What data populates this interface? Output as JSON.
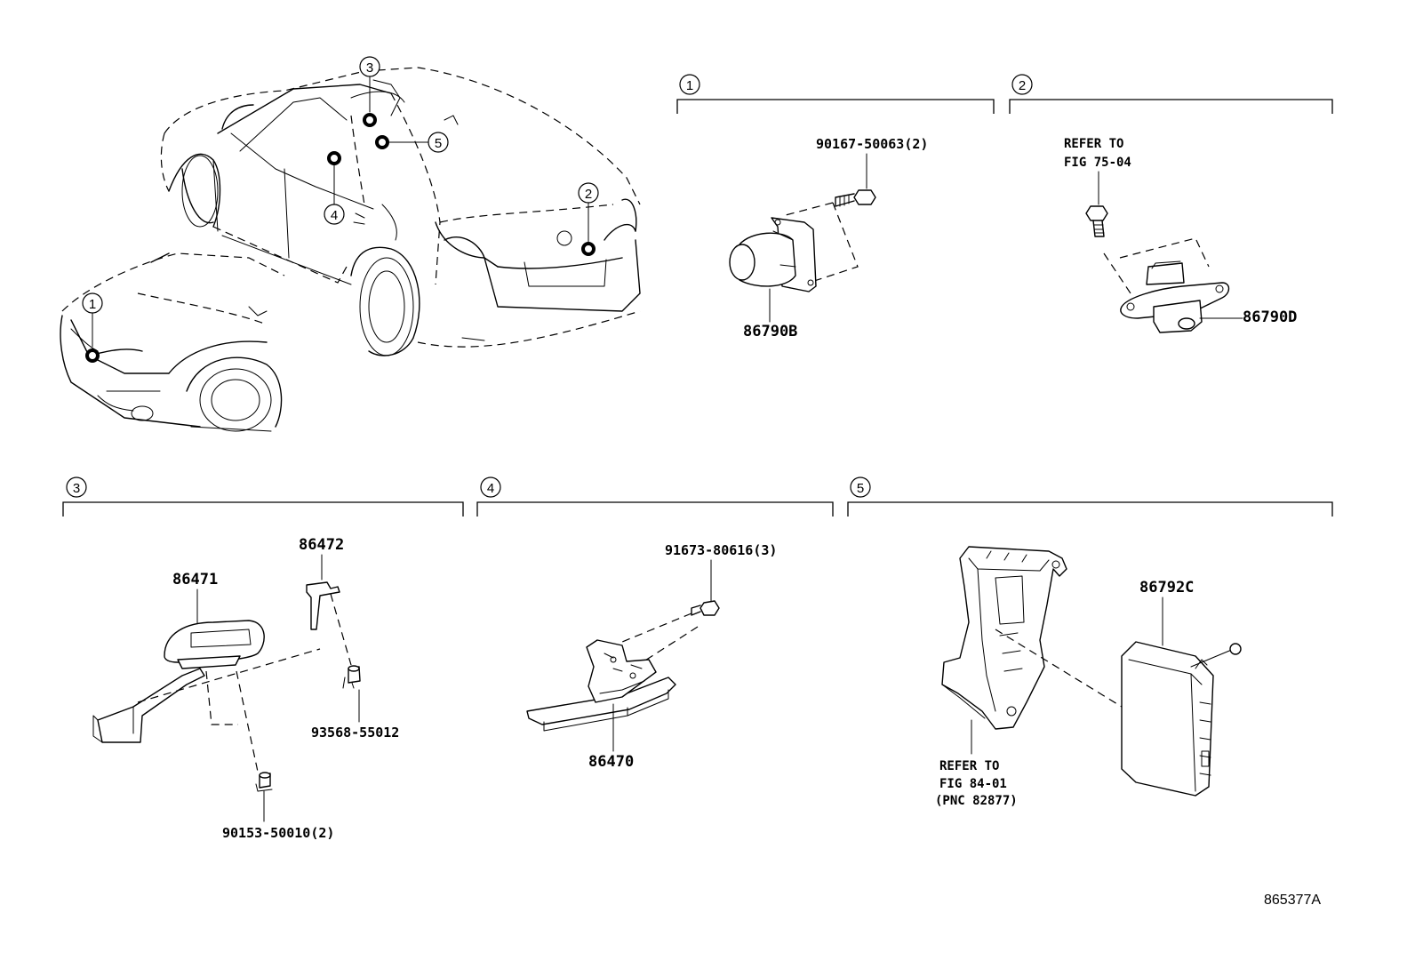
{
  "callouts": [
    "1",
    "2",
    "3",
    "4",
    "5"
  ],
  "sections": [
    {
      "id": "1",
      "label": "1"
    },
    {
      "id": "2",
      "label": "2"
    },
    {
      "id": "3",
      "label": "3"
    },
    {
      "id": "4",
      "label": "4"
    },
    {
      "id": "5",
      "label": "5"
    }
  ],
  "parts": {
    "s1_bolt": "90167-50063(2)",
    "s1_camera": "86790B",
    "s2_refer_line1": "REFER TO",
    "s2_refer_line2": "FIG 75-04",
    "s2_camera": "86790D",
    "s3_switch": "86471",
    "s3_bracket": "86472",
    "s3_screw_a": "93568-55012",
    "s3_screw_b": "90153-50010(2)",
    "s4_bolt": "91673-80616(3)",
    "s4_switch": "86470",
    "s5_refer_line1": "REFER TO",
    "s5_refer_line2": "FIG 84-01",
    "s5_refer_line3": "(PNC 82877)",
    "s5_ecu": "86792C"
  },
  "figure_id": "865377A"
}
